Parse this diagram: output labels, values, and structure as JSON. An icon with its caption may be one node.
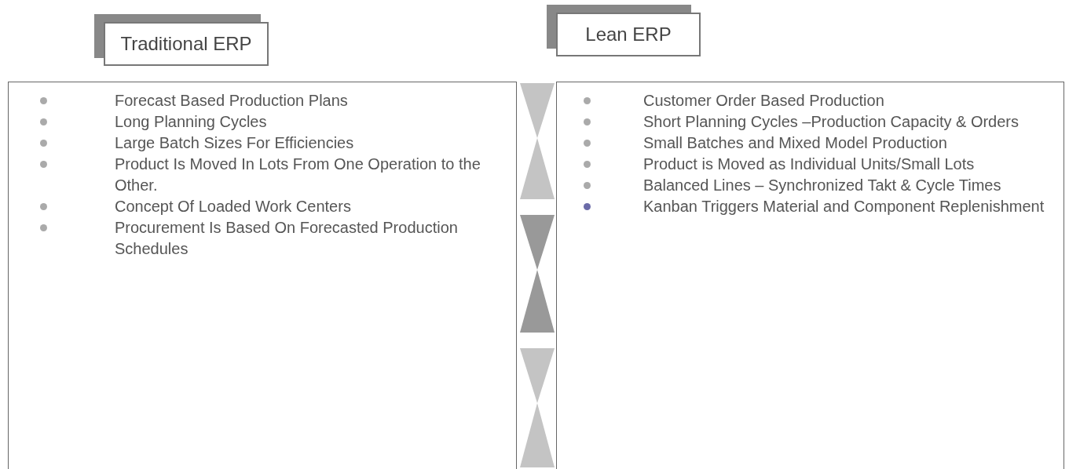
{
  "diagram": {
    "nodes": [
      {
        "text": [
          "Traditional ERP"
        ]
      },
      {
        "text": [
          "Lean ERP"
        ]
      },
      {
        "text": [
          "Forecast Based Production Plans",
          "Long Planning Cycles",
          "Large Batch Sizes For Efficiencies",
          "Product Is Moved In Lots From One Operation to the Other.",
          "Concept Of Loaded Work Centers",
          "Procurement Is Based On Forecasted Production Schedules"
        ]
      },
      {
        "text": [
          "Customer Order Based Production",
          "Short Planning Cycles –Production Capacity & Orders",
          "Small Batches and Mixed Model Production",
          "Product is Moved as Individual Units/Small Lots",
          "Balanced Lines – Synchronized Takt & Cycle Times",
          "Kanban Triggers Material and Component Replenishment"
        ]
      }
    ]
  }
}
